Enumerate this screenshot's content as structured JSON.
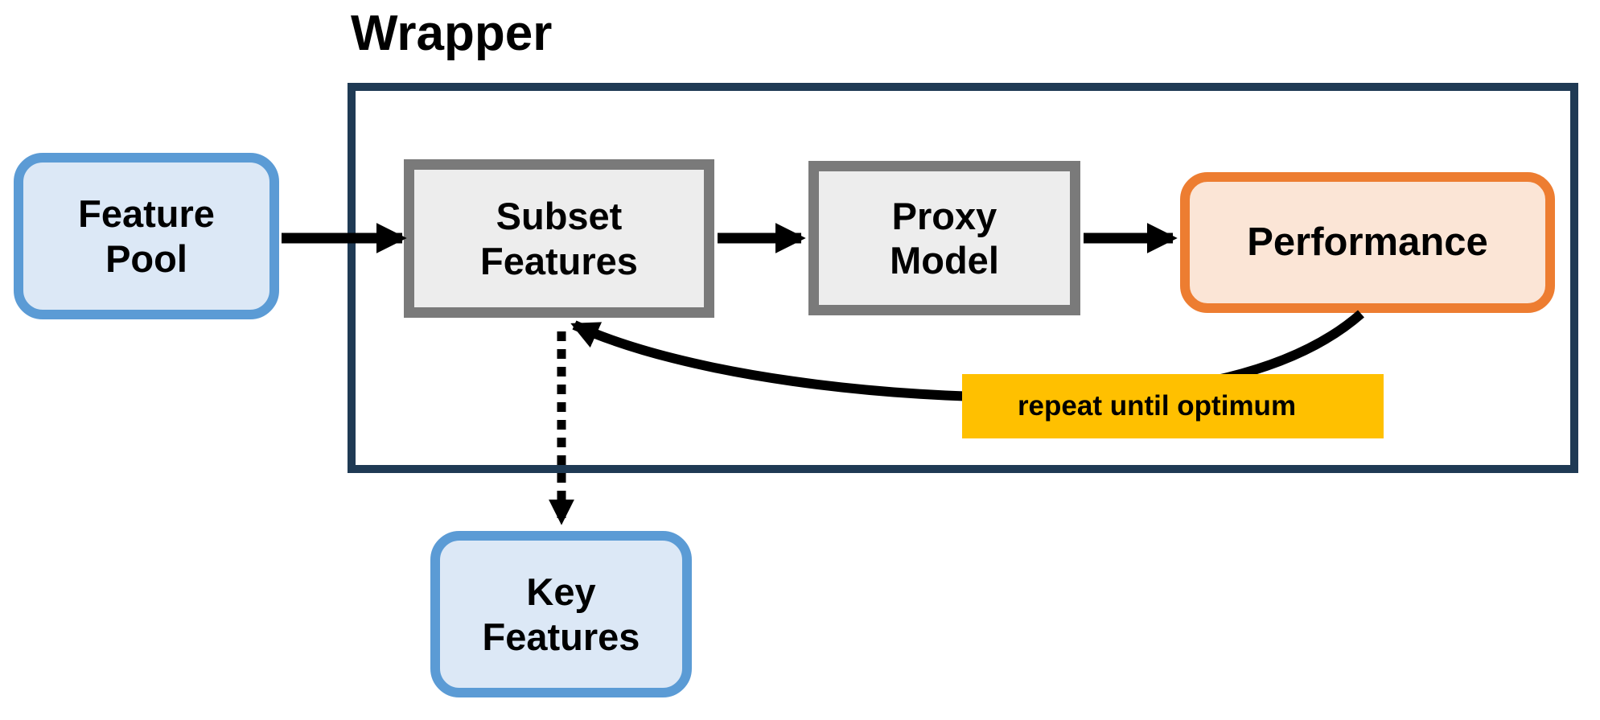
{
  "diagram": {
    "title": "Wrapper",
    "nodes": [
      {
        "id": "feature-pool",
        "lines": [
          "Feature",
          "Pool"
        ]
      },
      {
        "id": "subset-features",
        "lines": [
          "Subset",
          "Features"
        ]
      },
      {
        "id": "proxy-model",
        "lines": [
          "Proxy",
          "Model"
        ]
      },
      {
        "id": "performance",
        "lines": [
          "Performance"
        ]
      },
      {
        "id": "key-features",
        "lines": [
          "Key",
          "Features"
        ]
      }
    ],
    "edges": [
      {
        "from": "feature-pool",
        "to": "subset-features",
        "style": "solid-arrow"
      },
      {
        "from": "subset-features",
        "to": "proxy-model",
        "style": "solid-arrow"
      },
      {
        "from": "proxy-model",
        "to": "performance",
        "style": "solid-arrow"
      },
      {
        "from": "performance",
        "to": "subset-features",
        "style": "curved-arrow",
        "label": "repeat until optimum"
      },
      {
        "from": "subset-features",
        "to": "key-features",
        "style": "dotted-arrow"
      }
    ],
    "feedback_label": "repeat until optimum",
    "colors": {
      "container_border": "#1F3A54",
      "blue_node_border": "#5B9BD5",
      "blue_node_fill": "#DCE8F6",
      "gray_node_border": "#7A7A7A",
      "gray_node_fill": "#EDEDED",
      "orange_node_border": "#ED7D31",
      "orange_node_fill": "#FBE5D6",
      "feedback_label_bg": "#FFC000",
      "arrow": "#000000",
      "text": "#000000"
    }
  }
}
